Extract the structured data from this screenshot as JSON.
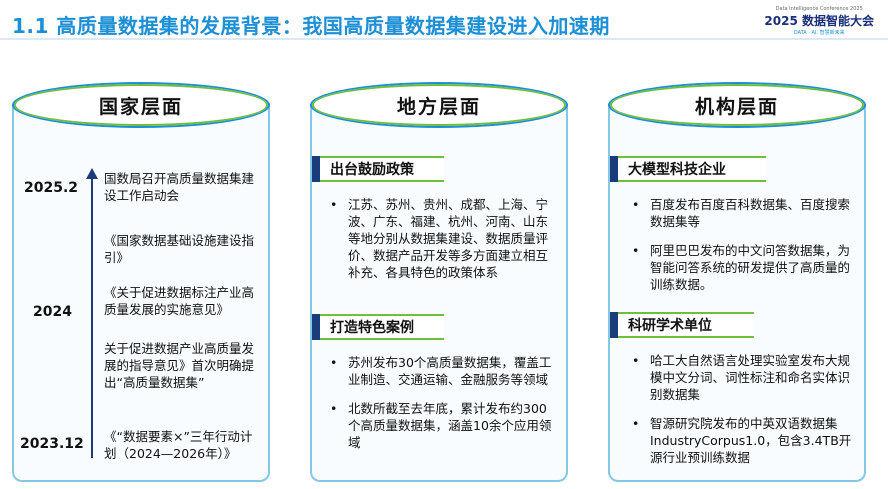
{
  "header": {
    "title": "1.1 高质量数据集的发展背景：我国高质量数据集建设进入加速期",
    "logo_small": "Data Intelligence Conference 2025",
    "logo_main": "2025 数据智能大会",
    "logo_sub": "DATA · AI, 智慧新未来"
  },
  "national": {
    "heading": "国家层面",
    "years": [
      "2025.2",
      "2024",
      "2023.12"
    ],
    "events": [
      "国数局召开高质量数据集建设工作启动会",
      "《国家数据基础设施建设指引》",
      "《关于促进数据标注产业高质量发展的实施意见》",
      "关于促进数据产业高质量发展的指导意见》首次明确提出“高质量数据集”",
      "《“数据要素×”三年行动计划（2024—2026年）》"
    ]
  },
  "local": {
    "heading": "地方层面",
    "section1": "出台鼓励政策",
    "section1_items": [
      "江苏、苏州、贵州、成都、上海、宁波、广东、福建、杭州、河南、山东等地分别从数据集建设、数据质量评价、数据产品开发等多方面建立相互补充、各具特色的政策体系"
    ],
    "section2": "打造特色案例",
    "section2_items": [
      "苏州发布30个高质量数据集，覆盖工业制造、交通运输、金融服务等领域",
      "北数所截至去年底，累计发布约300个高质量数据集，涵盖10余个应用领域"
    ]
  },
  "institution": {
    "heading": "机构层面",
    "section1": "大模型科技企业",
    "section1_items": [
      "百度发布百度百科数据集、百度搜索数据集等",
      "阿里巴巴发布的中文问答数据集，为智能问答系统的研发提供了高质量的训练数据。"
    ],
    "section2": "科研学术单位",
    "section2_items": [
      "哈工大自然语言处理实验室发布大规模中文分词、词性标注和命名实体识别数据集",
      "智源研究院发布的中英双语数据集IndustryCorpus1.0，包含3.4TB开源行业预训练数据"
    ]
  },
  "colors": {
    "title": "#1c8fd6",
    "accent_green": "#6fbf3e",
    "navy": "#1a3c7a",
    "border_blue": "#86c6e6"
  }
}
